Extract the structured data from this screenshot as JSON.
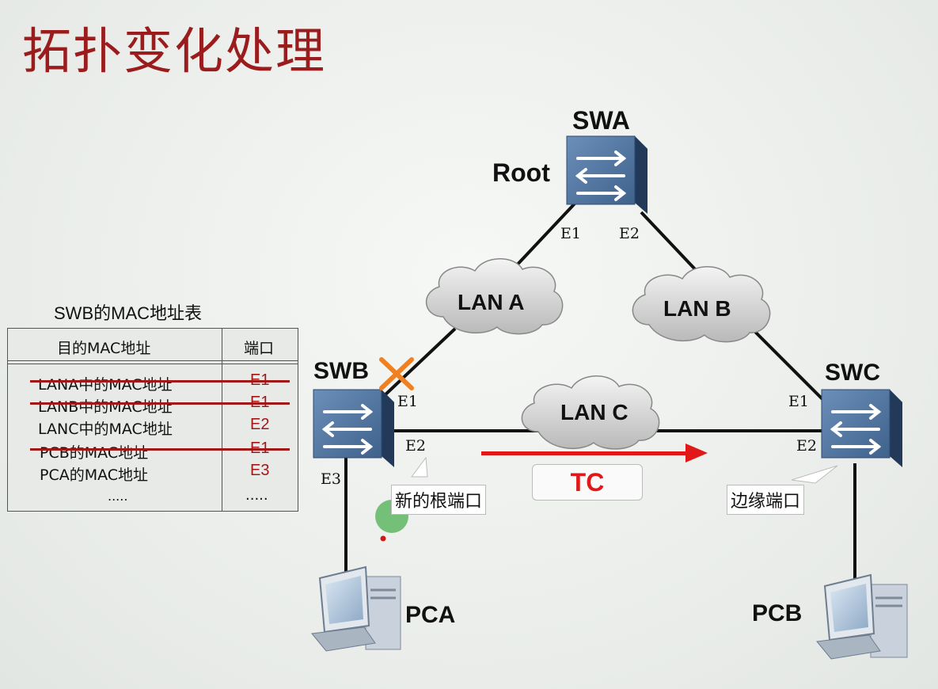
{
  "title": "拓扑变化处理",
  "devices": {
    "swa": {
      "name": "SWA",
      "role": "Root"
    },
    "swb": {
      "name": "SWB"
    },
    "swc": {
      "name": "SWC"
    },
    "pca": {
      "name": "PCA"
    },
    "pcb": {
      "name": "PCB"
    }
  },
  "ports": {
    "swa_e1": "E1",
    "swa_e2": "E2",
    "swb_e1": "E1",
    "swb_e2": "E2",
    "swb_e3": "E3",
    "swc_e1": "E1",
    "swc_e2": "E2"
  },
  "lans": {
    "a": "LAN A",
    "b": "LAN B",
    "c": "LAN C"
  },
  "callouts": {
    "new_root_port": "新的根端口",
    "edge_port": "边缘端口"
  },
  "tc_label": "TC",
  "mac_table": {
    "title": "SWB的MAC地址表",
    "headers": {
      "mac": "目的MAC地址",
      "port": "端口"
    },
    "rows": [
      {
        "mac": "LANA中的MAC地址",
        "port": "E1",
        "struck": true
      },
      {
        "mac": "LANB中的MAC地址",
        "port": "E1",
        "struck": true
      },
      {
        "mac": "LANC中的MAC地址",
        "port": "E2",
        "struck": false
      },
      {
        "mac": "PCB的MAC地址",
        "port": "E1",
        "struck": true
      },
      {
        "mac": "PCA的MAC地址",
        "port": "E3",
        "struck": false
      },
      {
        "mac": ".....",
        "port": ".....",
        "struck": false
      }
    ]
  },
  "colors": {
    "title": "#9b1c1c",
    "arrow": "#e01818",
    "cross": "#f08020",
    "strike": "#a01818",
    "pointer": "#4caf50"
  }
}
